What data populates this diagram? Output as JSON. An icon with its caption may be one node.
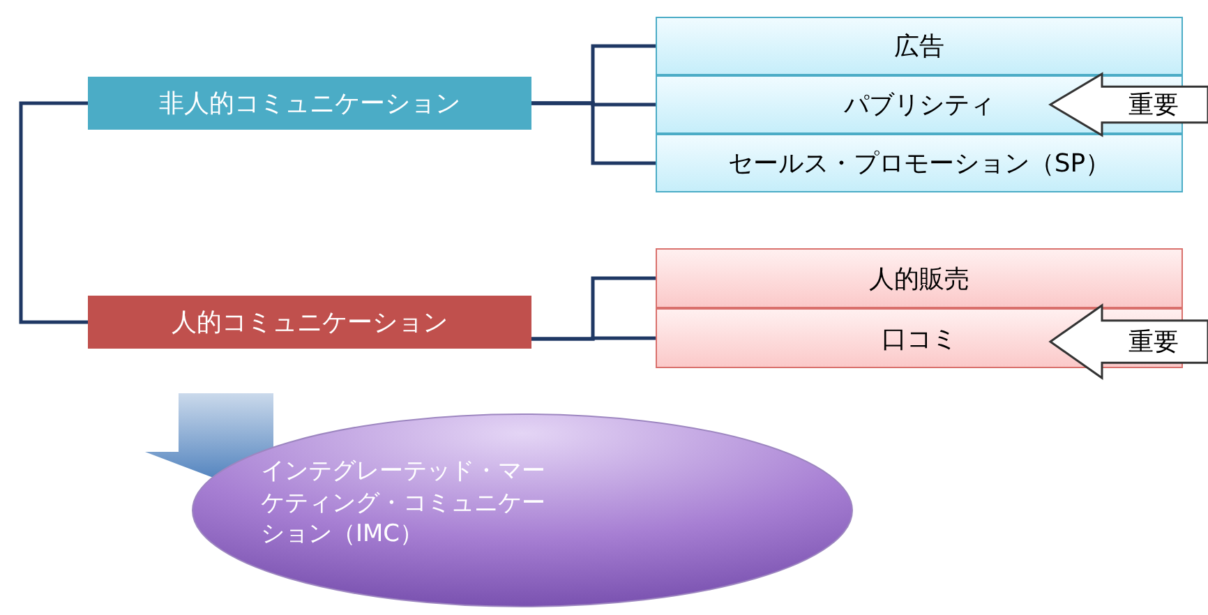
{
  "diagram": {
    "nodes": [
      {
        "text": [
          "非人的コミュニケーション"
        ]
      },
      {
        "text": [
          "人的コミュニケーション"
        ]
      },
      {
        "text": [
          "広告"
        ]
      },
      {
        "text": [
          "パブリシティ"
        ]
      },
      {
        "text": [
          "セールス・プロモーション（SP）"
        ]
      },
      {
        "text": [
          "人的販売"
        ]
      },
      {
        "text": [
          "口コミ"
        ]
      },
      {
        "text": [
          "重要"
        ]
      },
      {
        "text": [
          "重要"
        ]
      },
      {
        "text": [
          "インテグレーテッド・マーケティング・コミュニケーション（IMC）"
        ]
      }
    ],
    "edges": [
      {
        "from": 0,
        "to": 1,
        "arrow": "none"
      },
      {
        "from": 0,
        "to": 2,
        "arrow": "none"
      },
      {
        "from": 0,
        "to": 3,
        "arrow": "none"
      },
      {
        "from": 0,
        "to": 4,
        "arrow": "none"
      },
      {
        "from": 1,
        "to": 5,
        "arrow": "none"
      },
      {
        "from": 1,
        "to": 6,
        "arrow": "none"
      },
      {
        "from": 1,
        "to": 9,
        "arrow": "to",
        "style": "thick",
        "color": "#4f81bd"
      }
    ]
  }
}
